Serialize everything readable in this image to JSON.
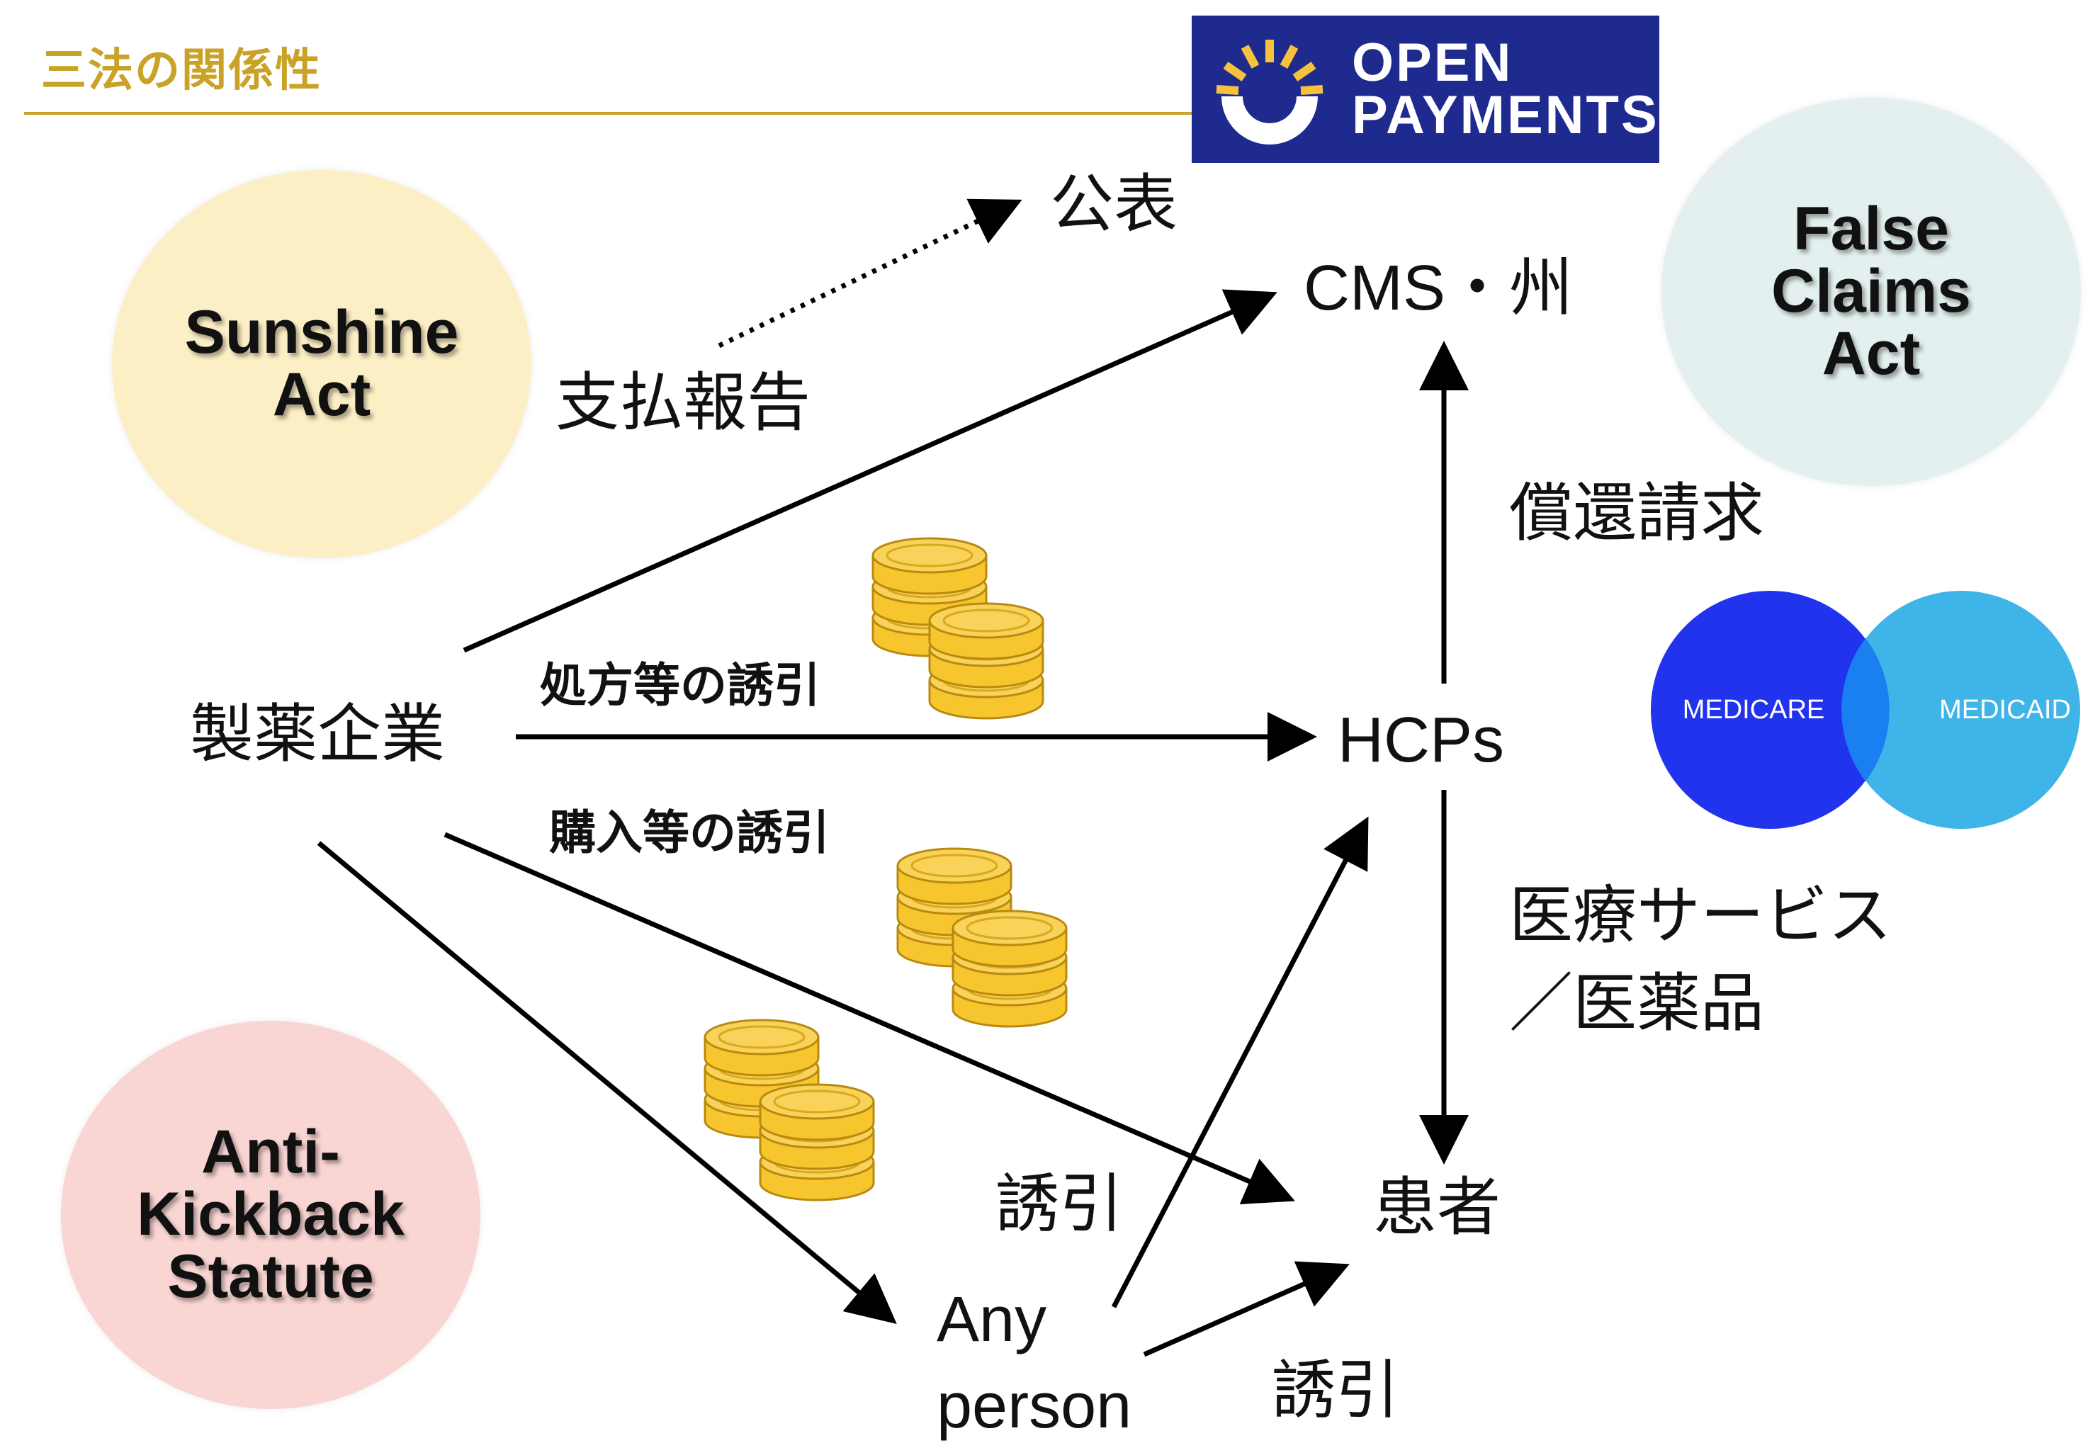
{
  "title": "三法の関係性",
  "laws": {
    "sunshine": [
      "Sunshine",
      "Act"
    ],
    "false_claims": [
      "False",
      "Claims",
      "Act"
    ],
    "anti_kickback": [
      "Anti-",
      "Kickback",
      "Statute"
    ]
  },
  "open_payments_logo": [
    "OPEN",
    "PAYMENTS"
  ],
  "medicare_logo": {
    "left": "MEDICARE",
    "right": "MEDICAID"
  },
  "nodes": {
    "publication": "公表",
    "cms_state": "CMS・州",
    "pharma": "製薬企業",
    "hcps": "HCPs",
    "patient": "患者",
    "any_person": [
      "Any",
      "person"
    ]
  },
  "edge_labels": {
    "payment_report": "支払報告",
    "prescription_inducement": "処方等の誘引",
    "purchase_inducement": "購入等の誘引",
    "reimbursement_claim": "償還請求",
    "medical_services": [
      "医療サービス",
      "／医薬品"
    ],
    "inducement_to_hcps": "誘引",
    "inducement_to_patient": "誘引"
  },
  "colors": {
    "accent": "#c9a227",
    "open_payments_bg": "#1f2a8f",
    "medicare": "#2233ee",
    "medicaid": "#2eaee6",
    "coin": "#f7c52e"
  }
}
